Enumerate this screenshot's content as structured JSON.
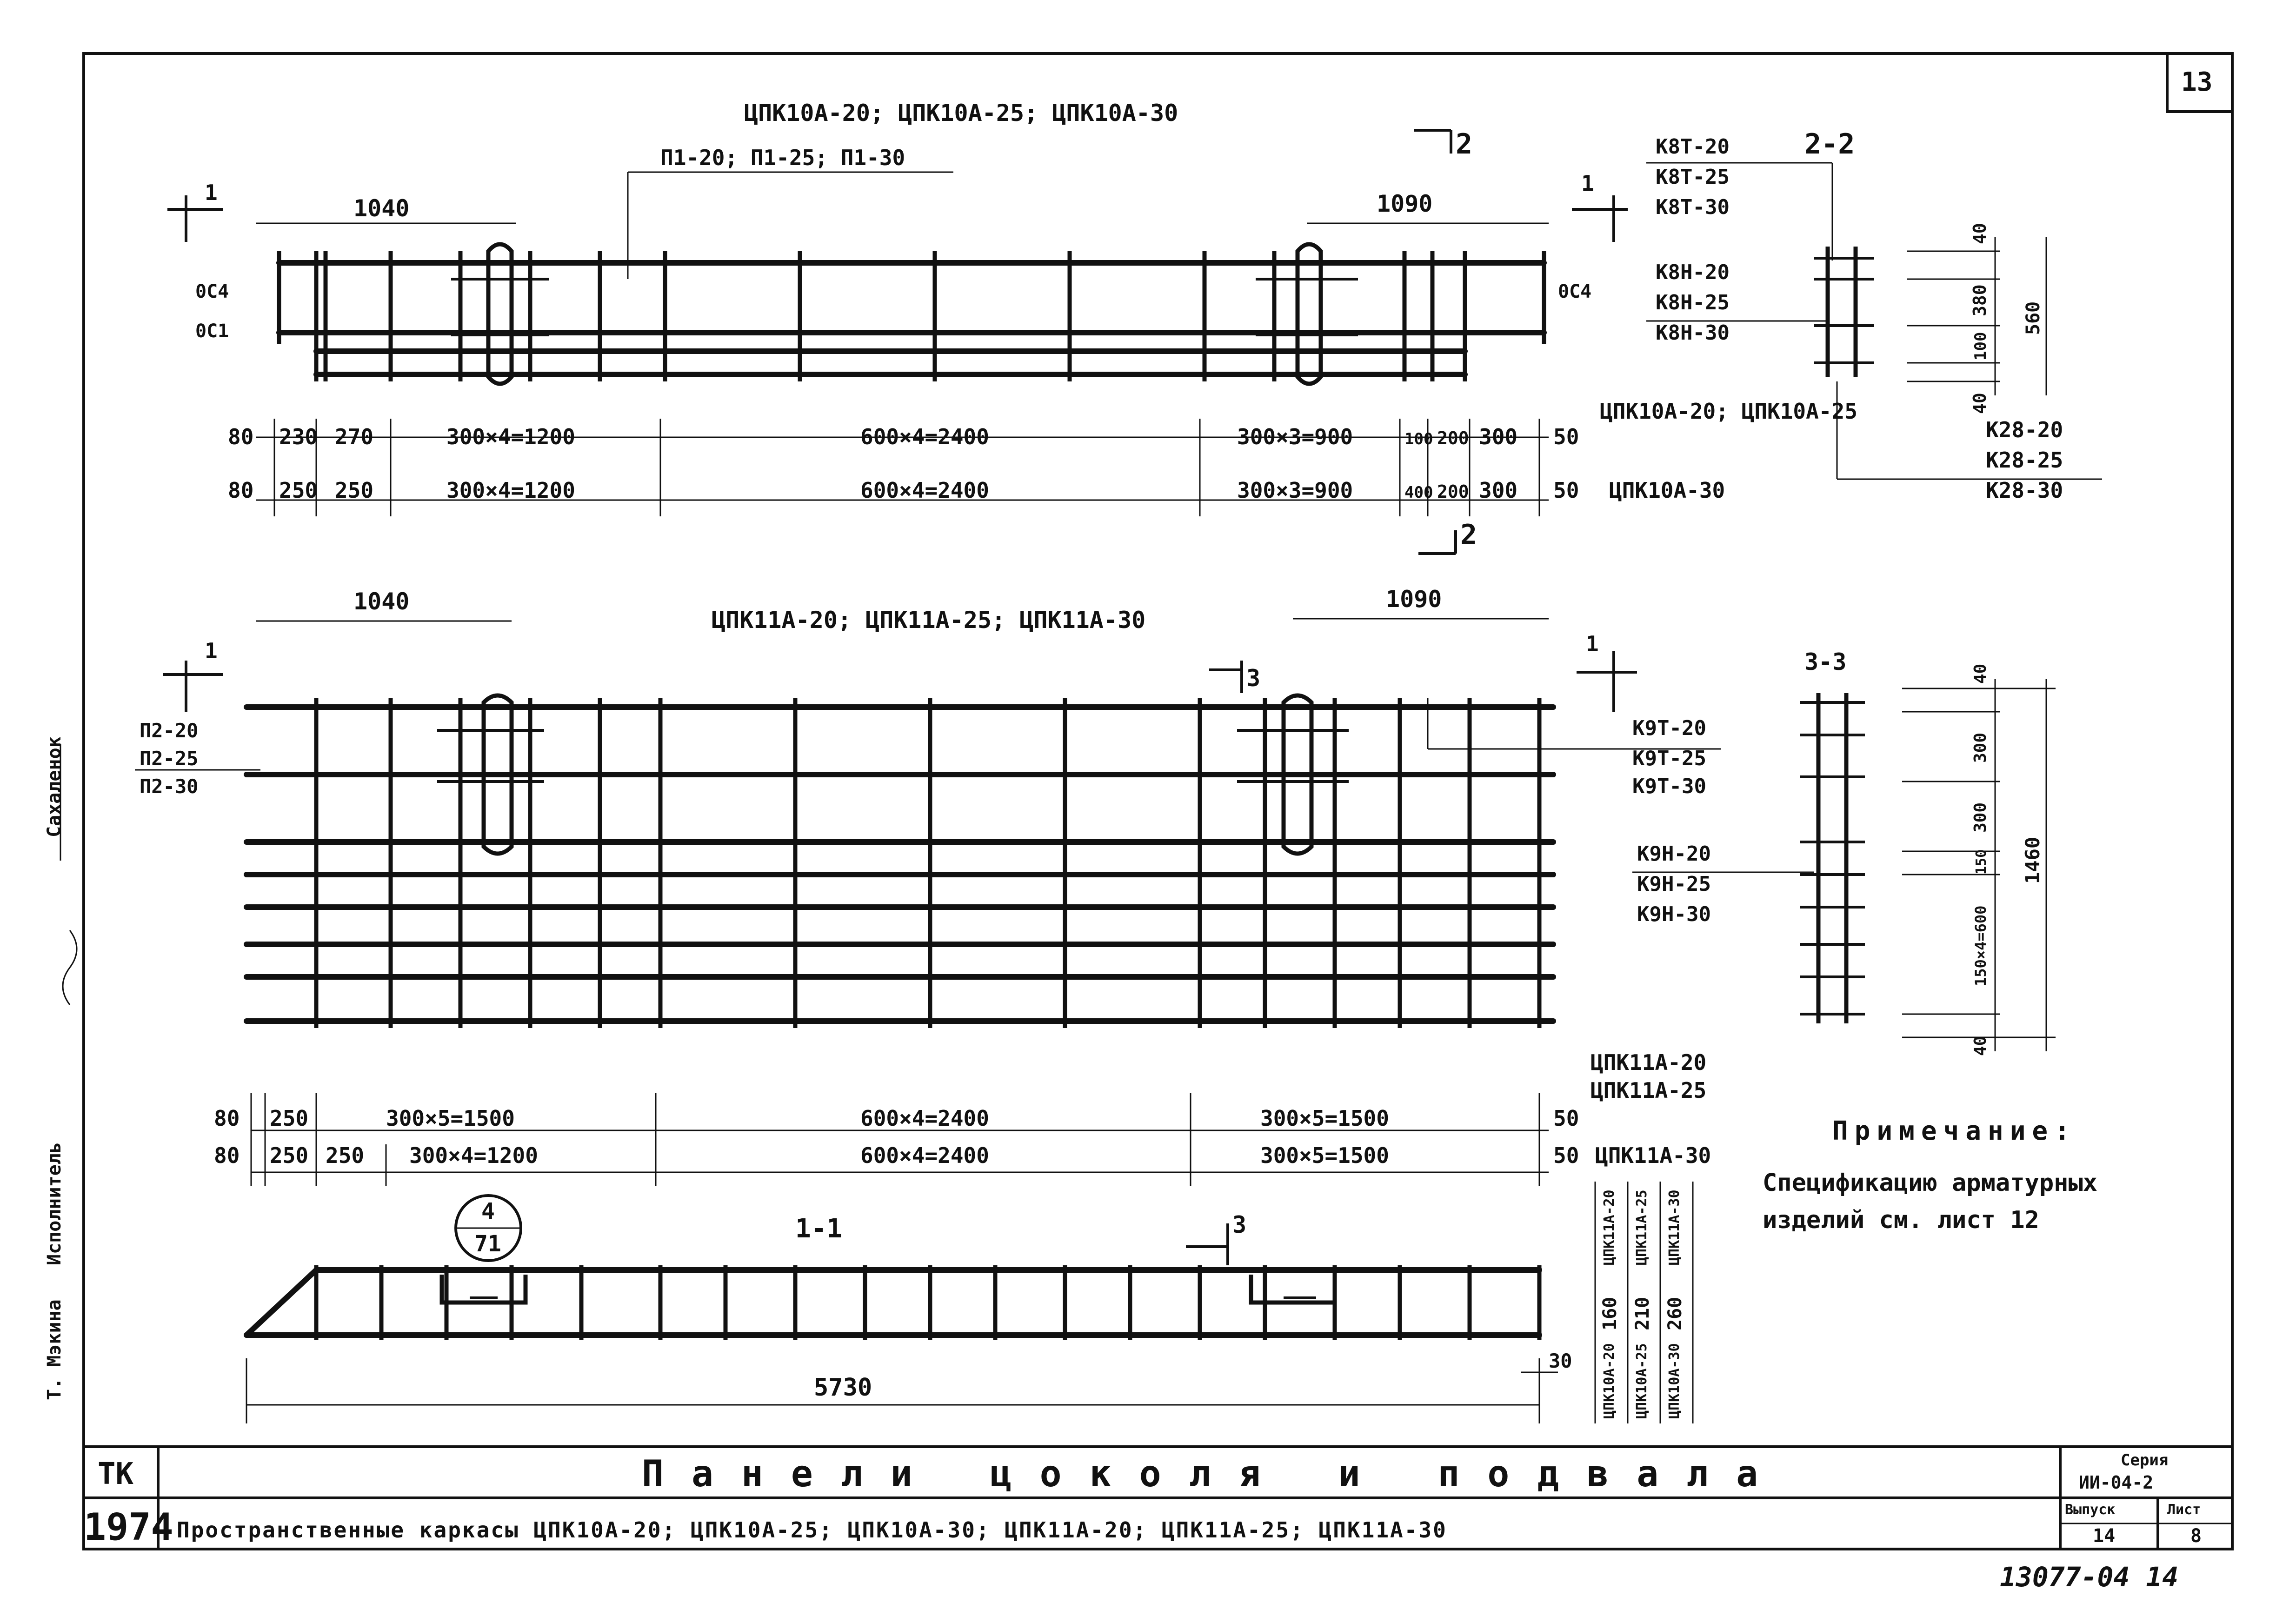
{
  "page_number": "13",
  "margin": {
    "surnames": "Сахаленок",
    "roles": "Исполнитель",
    "row3": "Т. Мэкина"
  },
  "view_top": {
    "title": "ЦПК10А-20; ЦПК10А-25; ЦПК10А-30",
    "callout": "П1-20; П1-25; П1-30",
    "dim_left": "1040",
    "dim_right": "1090",
    "offset_1": "0С4",
    "offset_2": "0С1",
    "offset_right": "0С4",
    "section_2_upper": "2",
    "section_2_lower": "2",
    "section_1_left": "1",
    "section_1_right": "1",
    "row1": [
      "80",
      "230",
      "270",
      "300×4=1200",
      "600×4=2400",
      "300×3=900",
      "100",
      "200",
      "300",
      "50"
    ],
    "row1_label": "ЦПК10А-20; ЦПК10А-25",
    "row2": [
      "80",
      "250",
      "250",
      "300×4=1200",
      "600×4=2400",
      "300×3=900",
      "400",
      "200",
      "300",
      "50"
    ],
    "row2_label": "ЦПК10А-30"
  },
  "section_22": {
    "title": "2-2",
    "k8t": [
      "К8Т-20",
      "К8Т-25",
      "К8Т-30"
    ],
    "k8n": [
      "К8Н-20",
      "К8Н-25",
      "К8Н-30"
    ],
    "k28": [
      "К28-20",
      "К28-25",
      "К28-30"
    ],
    "dims": [
      "40",
      "380",
      "100",
      "40"
    ],
    "total": "560"
  },
  "view_mid": {
    "title": "ЦПК11А-20; ЦПК11А-25; ЦПК11А-30",
    "dim_left": "1040",
    "dim_right": "1090",
    "p2": [
      "П2-20",
      "П2-25",
      "П2-30"
    ],
    "section_3": "3",
    "section_1_left": "1",
    "section_1_right": "1",
    "k9t": [
      "К9Т-20",
      "К9Т-25",
      "К9Т-30"
    ],
    "k9n": [
      "К9Н-20",
      "К9Н-25",
      "К9Н-30"
    ],
    "row1": [
      "80",
      "250",
      "300×5=1500",
      "600×4=2400",
      "300×5=1500",
      "50"
    ],
    "row1_label": [
      "ЦПК11А-20",
      "ЦПК11А-25"
    ],
    "row2": [
      "80",
      "250",
      "250",
      "300×4=1200",
      "600×4=2400",
      "300×5=1500",
      "50"
    ],
    "row2_label": "ЦПК11А-30"
  },
  "section_33": {
    "title": "3-3",
    "dims": [
      "40",
      "300",
      "300",
      "150",
      "150×4=600",
      "40"
    ],
    "total": "1460"
  },
  "note": {
    "heading": "Примечание:",
    "line1": "Спецификацию арматурных",
    "line2": "изделий см. лист 12"
  },
  "section_11": {
    "title": "1-1",
    "circle_top": "4",
    "circle_bottom": "71",
    "section_3": "3",
    "length": "5730",
    "end_dim": "30",
    "heights": [
      "160",
      "210",
      "260"
    ],
    "height_labels": [
      "ЦПК11А-20",
      "ЦПК11А-25",
      "ЦПК11А-30"
    ],
    "height_labels_lower": [
      "ЦПК10А-20",
      "ЦПК10А-25",
      "ЦПК10А-30"
    ]
  },
  "title_block": {
    "tk": "ТК",
    "year": "1974",
    "title": "Панели цоколя и подвала",
    "subtitle": "Пространственные каркасы ЦПК10А-20; ЦПК10А-25; ЦПК10А-30; ЦПК11А-20; ЦПК11А-25; ЦПК11А-30",
    "series_label": "Серия",
    "series_value": "ИИ-04-2",
    "issue_label": "Выпуск",
    "issue_value": "14",
    "sheet_label": "Лист",
    "sheet_value": "8"
  },
  "stamp": "13077-04 14"
}
